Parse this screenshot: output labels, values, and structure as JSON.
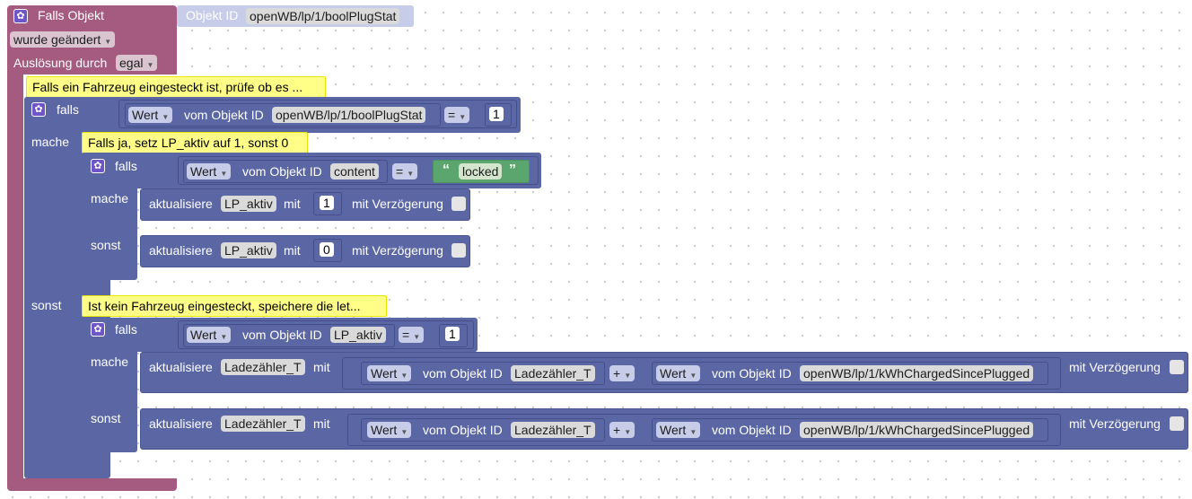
{
  "trigger": {
    "title": "Falls Objekt",
    "object_id_label": "Objekt ID",
    "object_id": "openWB/lp/1/boolPlugStat",
    "changed": "wurde geändert",
    "trigger_by_label": "Auslösung durch",
    "trigger_by": "egal"
  },
  "comments": {
    "c1": "Falls ein Fahrzeug eingesteckt ist, prüfe ob es ...",
    "c2": "Falls ja, setz LP_aktiv auf 1, sonst 0",
    "c3": "Ist kein Fahrzeug eingesteckt, speichere die let..."
  },
  "keywords": {
    "falls": "falls",
    "mache": "mache",
    "sonst": "sonst",
    "value": "Wert",
    "of_object": "vom Objekt ID",
    "update": "aktualisiere",
    "with": "mit",
    "with_delay": "mit Verzögerung",
    "eq": "=",
    "plus": "+"
  },
  "if1": {
    "object": "openWB/lp/1/boolPlugStat",
    "value": "1"
  },
  "if2": {
    "object": "content",
    "text": "locked"
  },
  "act_a": {
    "target": "LP_aktiv",
    "value": "1"
  },
  "act_b": {
    "target": "LP_aktiv",
    "value": "0"
  },
  "if3": {
    "object": "LP_aktiv",
    "value": "1"
  },
  "act_c": {
    "target": "Ladezähler_T",
    "obj1": "Ladezähler_T",
    "obj2": "openWB/lp/1/kWhChargedSincePlugged"
  },
  "act_d": {
    "target": "Ladezähler_T",
    "obj1": "Ladezähler_T",
    "obj2": "openWB/lp/1/kWhChargedSincePlugged"
  },
  "colors": {
    "event": "#a55b80",
    "logic": "#5b67a5",
    "comment": "#ffff88",
    "text": "#5ba56e"
  }
}
